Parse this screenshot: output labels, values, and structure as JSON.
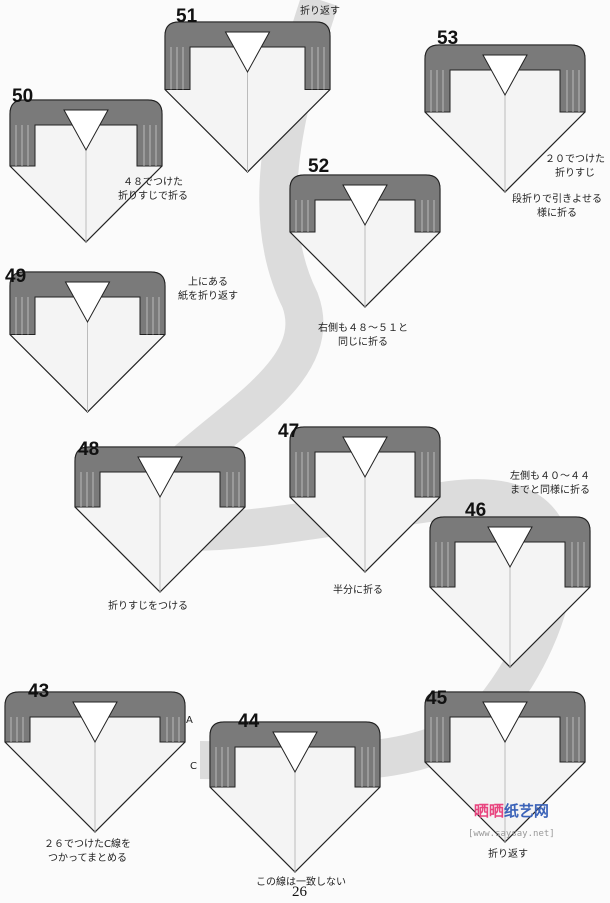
{
  "page_number": "26",
  "watermark": {
    "part1": "晒晒",
    "part2": "纸艺网",
    "url": "[www.saysay.net]"
  },
  "steps": [
    {
      "number": "50",
      "caption": "４８でつけた\n折りすじで折る"
    },
    {
      "number": "51",
      "caption": "折り返す"
    },
    {
      "number": "53",
      "caption": "２０でつけた\n折りすじ",
      "caption2": "段折りで引きよせる\n様に折る"
    },
    {
      "number": "52",
      "caption": "右側も４８～５１と\n同じに折る"
    },
    {
      "number": "49",
      "caption": "上にある\n紙を折り返す"
    },
    {
      "number": "48",
      "caption": "折りすじをつける"
    },
    {
      "number": "47",
      "caption": "半分に折る"
    },
    {
      "number": "46",
      "caption": "左側も４０～４４\nまでと同様に折る"
    },
    {
      "number": "43",
      "caption": "２６でつけたC線を\nつかってまとめる",
      "labels": [
        "A",
        "C"
      ]
    },
    {
      "number": "44",
      "caption": "この線は一致しない"
    },
    {
      "number": "45",
      "caption": "折り返す"
    }
  ]
}
